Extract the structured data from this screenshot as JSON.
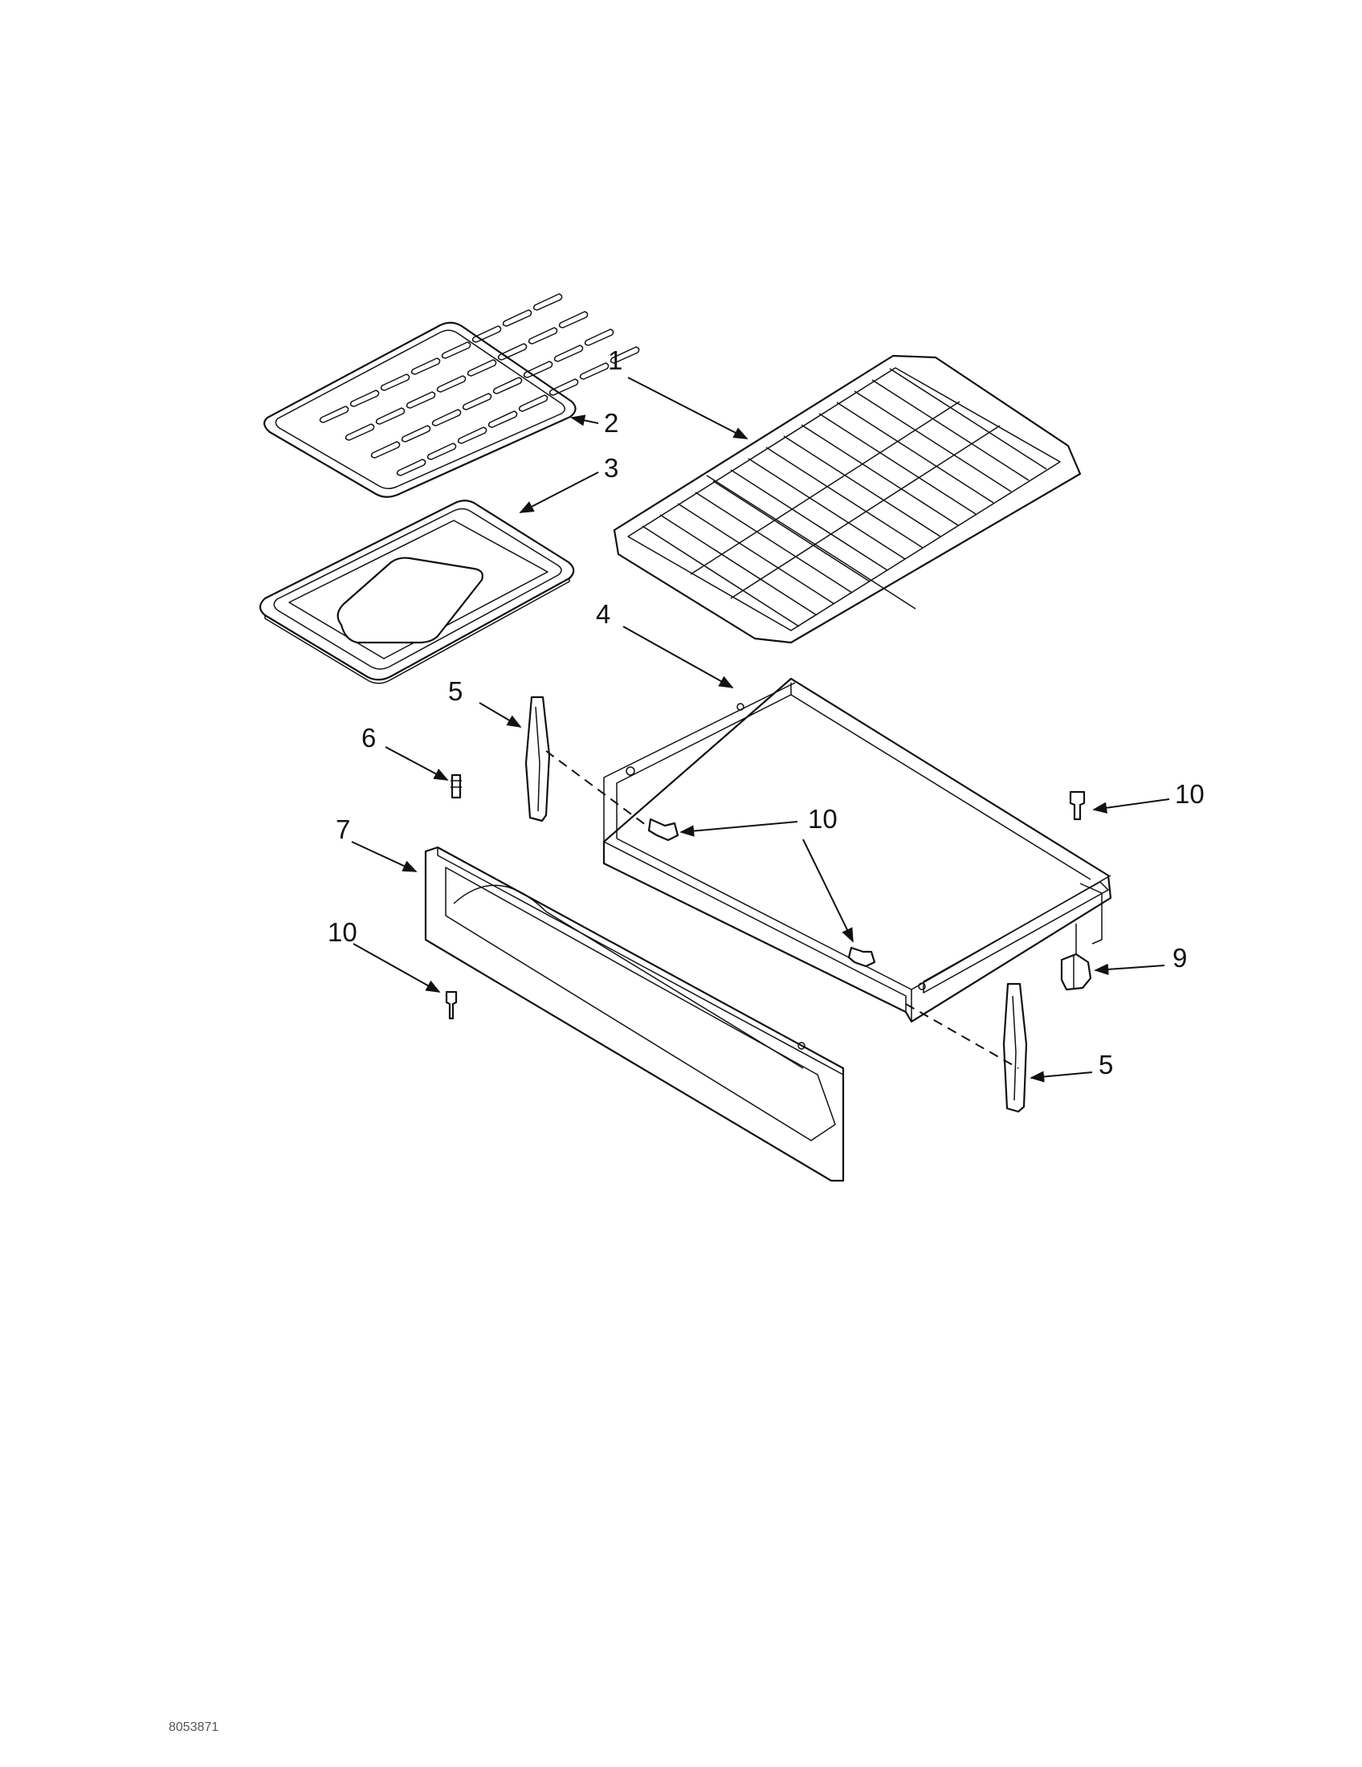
{
  "callouts": {
    "c1": "1",
    "c2": "2",
    "c3": "3",
    "c4": "4",
    "c5a": "5",
    "c5b": "5",
    "c6": "6",
    "c7": "7",
    "c9": "9",
    "c10a": "10",
    "c10b": "10",
    "c10c": "10"
  },
  "parts": {
    "p1": "oven-rack",
    "p2": "broiler-pan-grid",
    "p3": "broiler-pan",
    "p4": "storage-drawer-body",
    "p5": "drawer-slide",
    "p6": "stud",
    "p7": "drawer-front-panel",
    "p9": "drawer-stop",
    "p10": "screw"
  },
  "footer_code": "8053871"
}
